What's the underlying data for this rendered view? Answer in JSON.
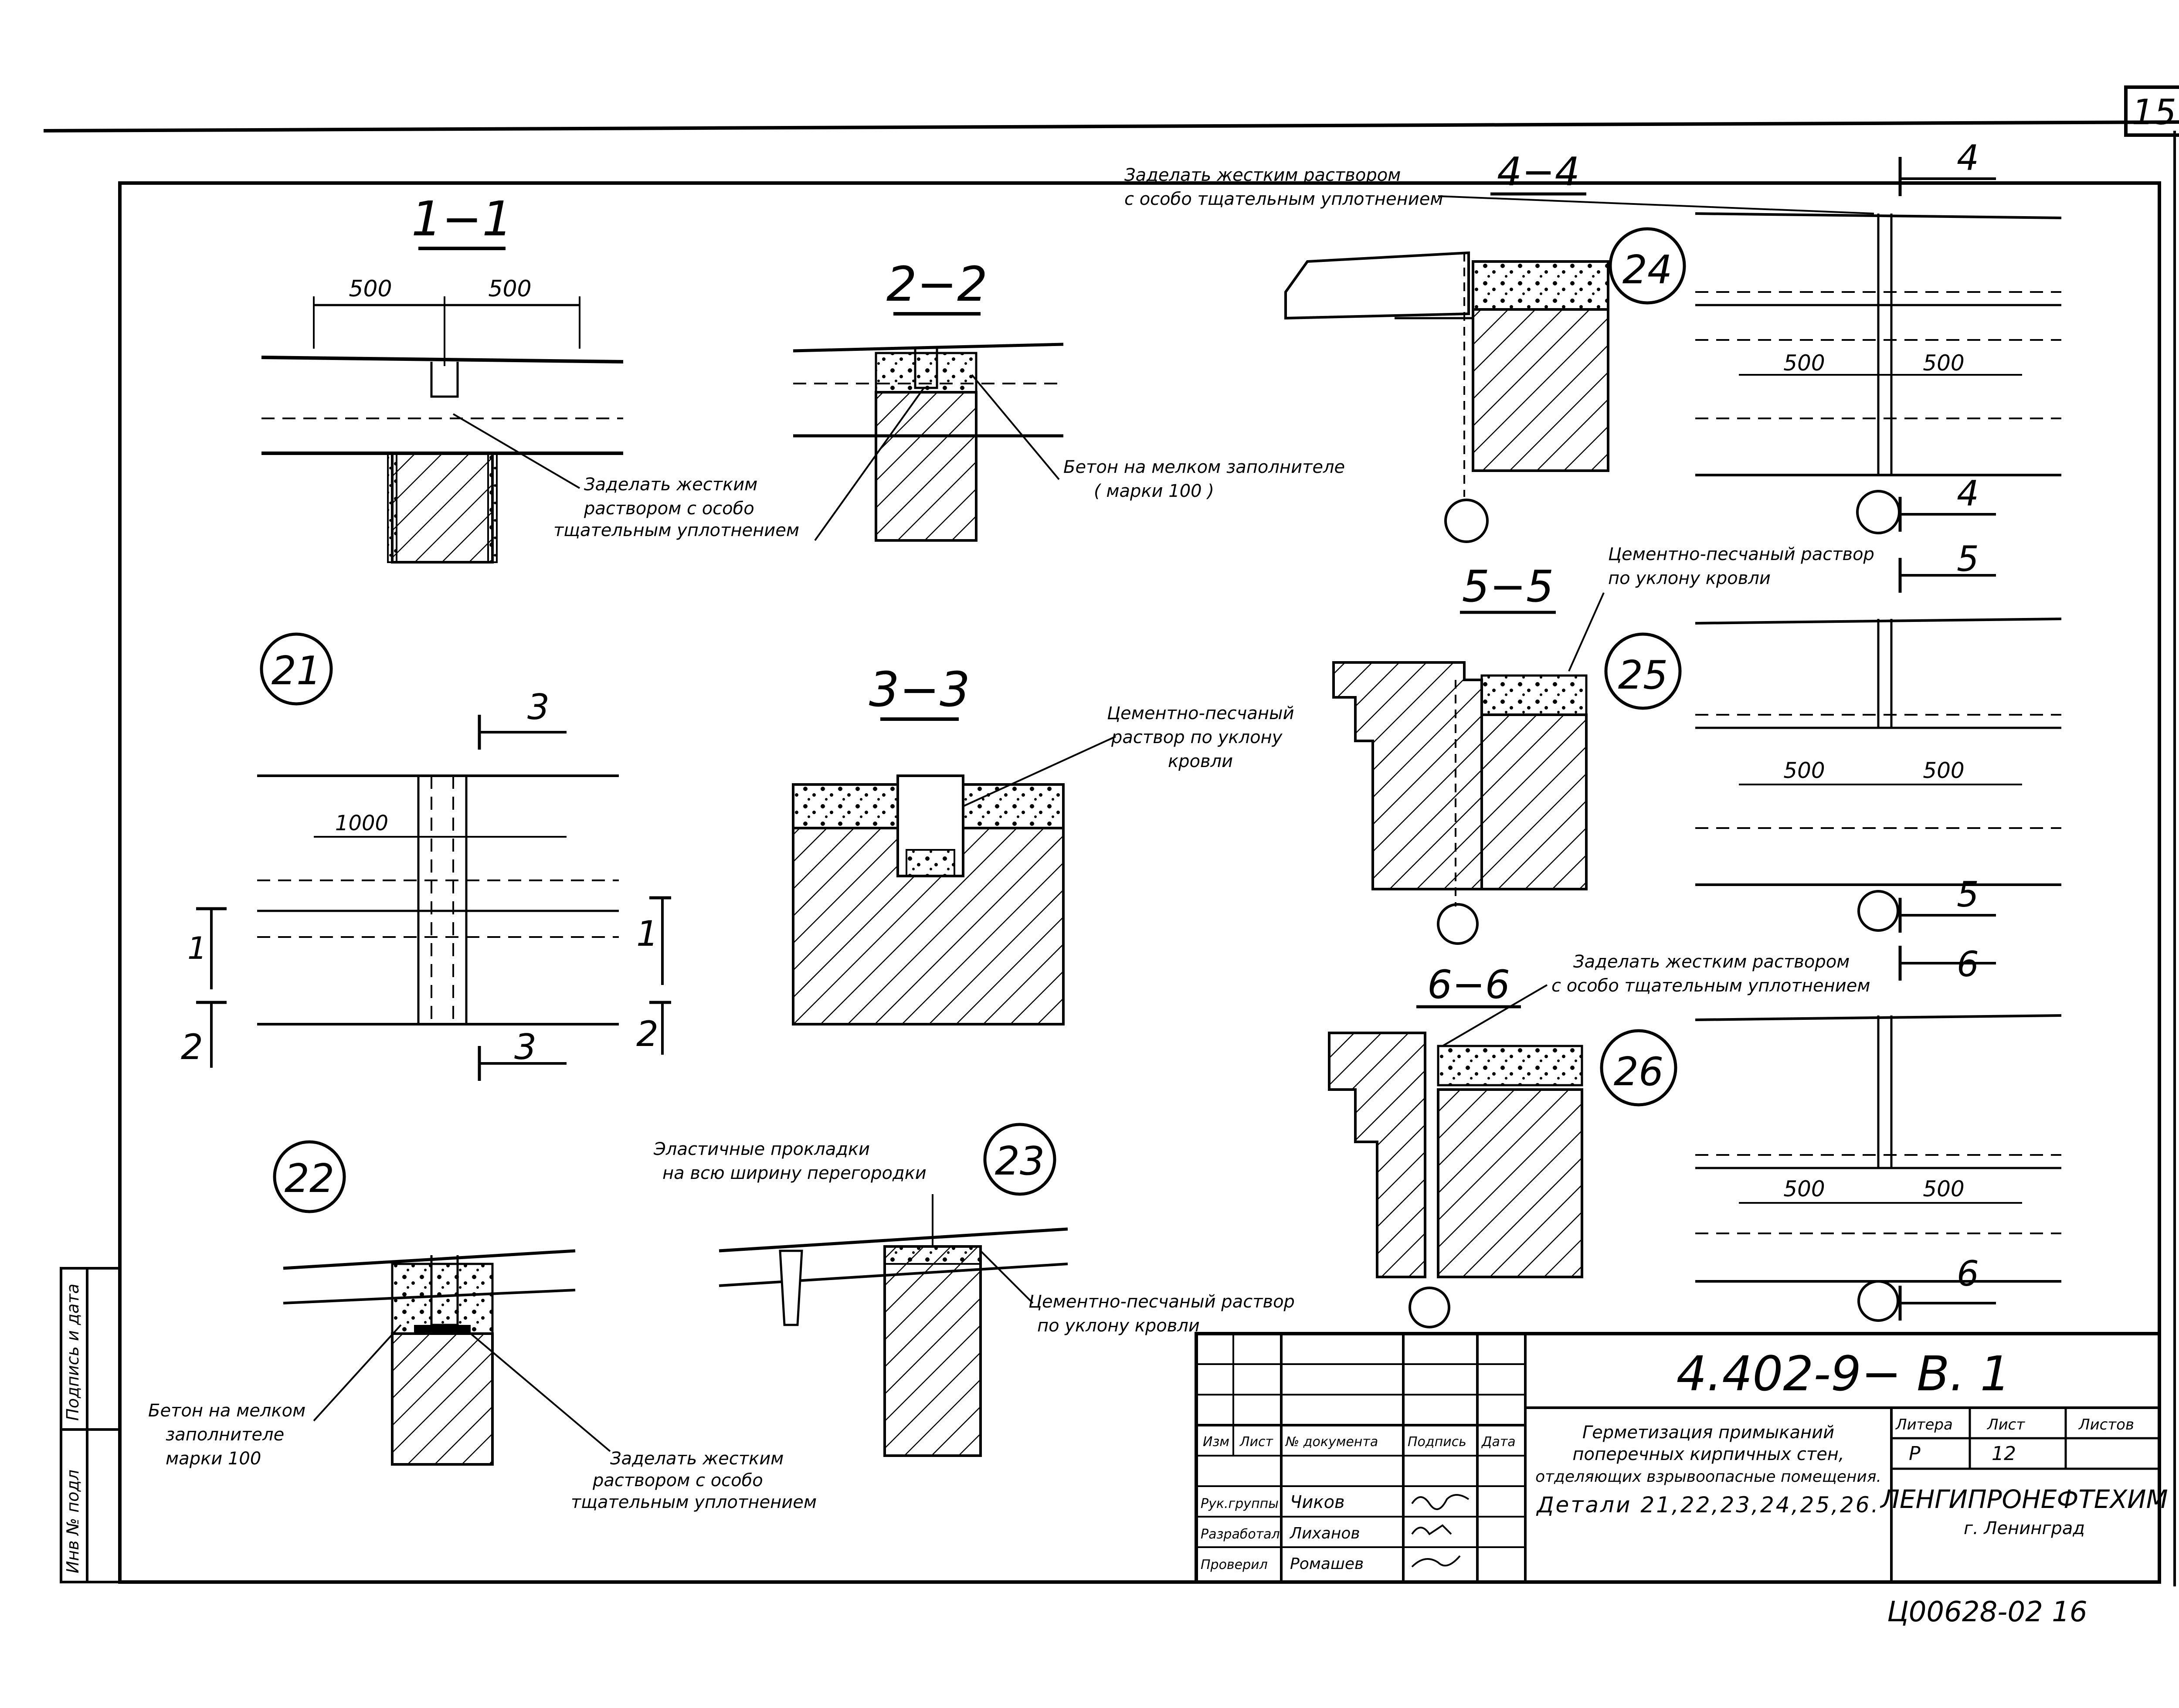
{
  "sheet_number": "15",
  "stamp_bottom": "Ц00628-02  16",
  "side_margin": {
    "podpis_i_data": "Подпись и дата",
    "inv_podl": "Инв № подл"
  },
  "sections": {
    "s1": "1−1",
    "s2": "2−2",
    "s3": "3−3",
    "s4": "4−4",
    "s5": "5−5",
    "s6": "6−6",
    "m3": "3",
    "m4": "4",
    "m5": "5",
    "m6": "6",
    "m1": "1",
    "m2": "2"
  },
  "details": {
    "d21": "21",
    "d22": "22",
    "d23": "23",
    "d24": "24",
    "d25": "25",
    "d26": "26"
  },
  "dims": {
    "d500": "500",
    "d1000": "1000"
  },
  "notes": {
    "zadelat_1": "Заделать жестким",
    "zadelat_2": "раствором с особо",
    "zadelat_3": "тщательным уплотнением",
    "beton_1": "Бетон на мелком заполнителе",
    "beton_2": "( марки 100 )",
    "cement_1": "Цементно-песчаный",
    "cement_2": "раствор по уклону",
    "cement_3": "кровли",
    "zadelat44_1": "Заделать жестким раствором",
    "zadelat44_2": "с особо тщательным уплотнением",
    "cement55_1": "Цементно-песчаный раствор",
    "cement55_2": "по уклону кровли",
    "zadelat66_1": "Заделать жестким раствором",
    "zadelat66_2": "с особо тщательным уплотнением",
    "elastic_1": "Эластичные прокладки",
    "elastic_2": "на всю ширину перегородки",
    "cement23_1": "Цементно-песчаный раствор",
    "cement23_2": "по уклону кровли",
    "beton22_1": "Бетон на мелком",
    "beton22_2": "заполнителе",
    "beton22_3": "марки 100",
    "zadelat22_1": "Заделать жестким",
    "zadelat22_2": "раствором с особо",
    "zadelat22_3": "тщательным уплотнением"
  },
  "title_block": {
    "code": "4.402-9− В. 1",
    "headers": [
      "Изм",
      "Лист",
      "№ документа",
      "Подпись",
      "Дата"
    ],
    "rows": [
      {
        "role": "Рук.группы",
        "name": "Чиков"
      },
      {
        "role": "Разработал",
        "name": "Лиханов"
      },
      {
        "role": "Проверил",
        "name": "Ромашев"
      }
    ],
    "title_1": "Герметизация примыканий",
    "title_2": "поперечных кирпичных стен,",
    "title_3": "отделяющих взрывоопасные помещения.",
    "title_4": "Детали 21,22,23,24,25,26.",
    "litera_h": "Литера",
    "list_h": "Лист",
    "listov_h": "Листов",
    "litera": "Р",
    "list": "12",
    "listov": "",
    "org_1": "ЛЕНГИПРОНЕФТЕХИМ",
    "org_2": "г. Ленинград"
  }
}
